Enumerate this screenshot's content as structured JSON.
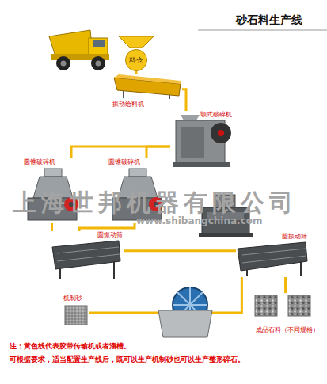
{
  "diagram": {
    "title": "砂石料生产线",
    "nodes": [
      {
        "text": [
          "料仓"
        ]
      },
      {
        "text": [
          "振动给料机"
        ]
      },
      {
        "text": [
          "颚式破碎机"
        ]
      },
      {
        "text": [
          "圆锥破碎机"
        ]
      },
      {
        "text": [
          "圆锥破碎机"
        ]
      },
      {
        "text": [
          "圆振动筛"
        ]
      },
      {
        "text": [
          "圆振动筛"
        ]
      },
      {
        "text": [
          "机制砂"
        ]
      },
      {
        "text": [
          "成品石料（不同规格）"
        ]
      }
    ],
    "edges": [
      {
        "from": 0,
        "to": 1,
        "arrow": "none"
      },
      {
        "from": 1,
        "to": 2,
        "arrow": "none"
      },
      {
        "from": 2,
        "to": 3,
        "arrow": "none"
      },
      {
        "from": 2,
        "to": 4,
        "arrow": "none"
      },
      {
        "from": 3,
        "to": 5,
        "arrow": "none"
      },
      {
        "from": 4,
        "to": 5,
        "arrow": "none"
      },
      {
        "from": 5,
        "to": 6,
        "arrow": "none"
      },
      {
        "from": 6,
        "to": 7,
        "arrow": "none"
      },
      {
        "from": 6,
        "to": 8,
        "arrow": "none"
      }
    ],
    "labels": [
      "注：黄色线代表胶带传输机或者溜槽。",
      "可根据要求，适当配置生产线后，既可以生产机制砂也可以生产整形碎石。",
      "上海世邦机器有限公司",
      "www.shibangchina.com"
    ]
  }
}
